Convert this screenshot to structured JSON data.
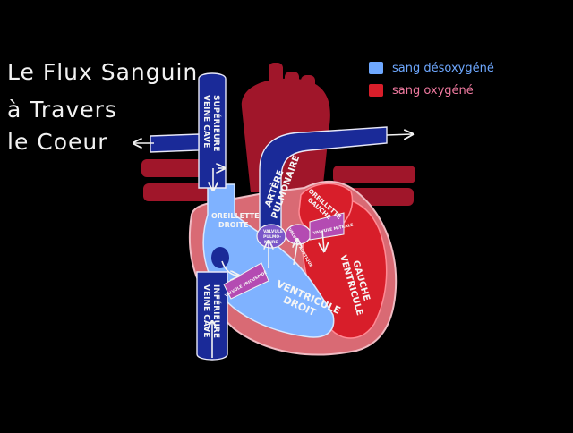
{
  "title": {
    "line1": "Le Flux Sanguin",
    "line2": "à Travers",
    "line3": "le Coeur"
  },
  "legend": {
    "deoxygenated": {
      "label": "sang désoxygéné",
      "color": "#6ea8ff"
    },
    "oxygenated": {
      "label": "sang oxygéné",
      "color": "#d81e2a"
    }
  },
  "labels": {
    "vcs_1": "VEINE CAVE",
    "vcs_2": "SUPÉRIEURE",
    "vci_1": "VEINE CAVE",
    "vci_2": "INFÉRIEURE",
    "artere_1": "ARTÈRE",
    "artere_2": "PULMONAIRE",
    "oreillette_droite_1": "OREILLETTE",
    "oreillette_droite_2": "DROITE",
    "ventricule_droit_1": "VENTRICULE",
    "ventricule_droit_2": "DROIT",
    "oreillette_gauche_1": "OREILLETTE",
    "oreillette_gauche_2": "GAUCHE",
    "ventricule_gauche_1": "VENTRICULE",
    "ventricule_gauche_2": "GAUCHE",
    "valvule_tricuspide": "VALVULE TRICUSPIDE",
    "valvule_pulmonaire_1": "VALVULE",
    "valvule_pulmonaire_2": "PULMO-",
    "valvule_pulmonaire_3": "NAIRE",
    "valvule_mitrale": "VALVULE MITRALE",
    "valvule_aortique": "VALVULE AORTIQUE"
  }
}
